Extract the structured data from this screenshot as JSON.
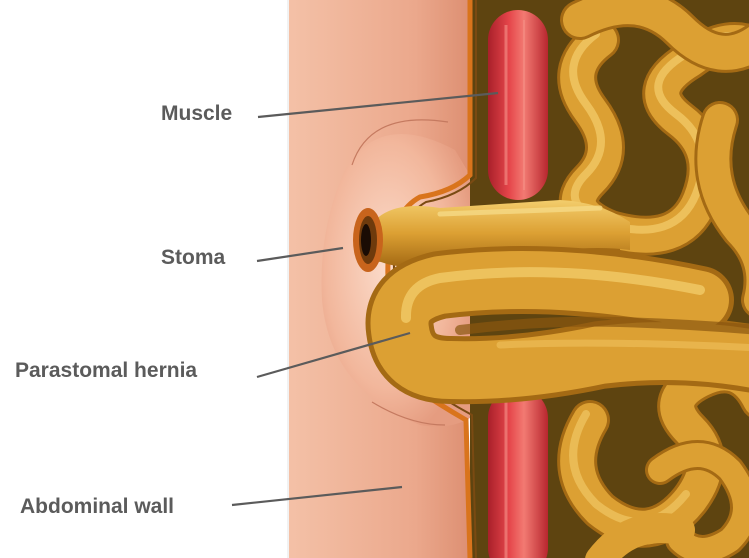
{
  "labels": {
    "muscle": "Muscle",
    "stoma": "Stoma",
    "parastomal_hernia": "Parastomal hernia",
    "abdominal_wall": "Abdominal wall"
  },
  "colors": {
    "skin": "#eba88c",
    "skin_light": "#f7cdb8",
    "muscle": "#d8343a",
    "muscle_highlight": "#f07770",
    "intestine": "#dca033",
    "intestine_highlight": "#f3cd6c",
    "intestine_shadow": "#a46a14",
    "cavity": "#5e4410",
    "peritoneum": "#d9741c",
    "label_text": "#5b5b5b"
  }
}
